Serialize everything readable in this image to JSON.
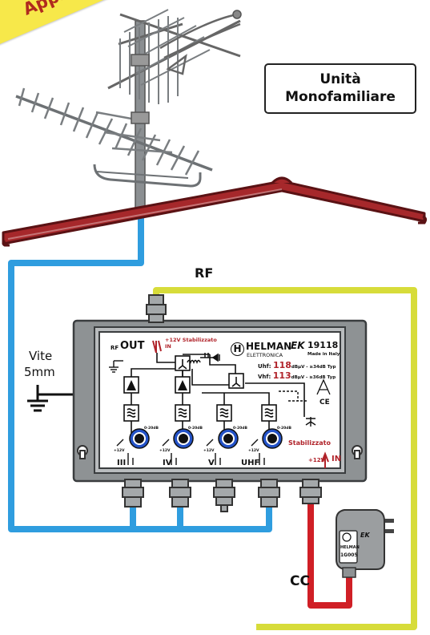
{
  "banner": {
    "text": "Applicazi"
  },
  "installation": {
    "line1": "Unità",
    "line2": "Monofamiliare"
  },
  "labels": {
    "rf": "RF",
    "cc": "CC",
    "screw_line1": "Vite",
    "screw_line2": "5mm"
  },
  "device": {
    "brand": "HELMAN",
    "brand_sub": "ELETTRONICA",
    "brand_ek": "EK",
    "model": "19118",
    "made_in": "Made in Italy",
    "rf_out": "OUT",
    "rf_prefix": "RF",
    "input_note_line1": "+12V Stabilizzato",
    "input_note_line2": "IN",
    "spec_uhf_prefix": "Uhf:",
    "spec_uhf_value": "118",
    "spec_uhf_suffix": "dBμV - ≥34dB Typ",
    "spec_vhf_prefix": "Vhf:",
    "spec_vhf_value": "113",
    "spec_vhf_suffix": "dBμV - ≥36dB Typ",
    "stabilized": "Stabilizzato",
    "power_in_voltage": "+12V",
    "power_in": "IN",
    "ce_mark": "CE",
    "gain_label": "0-20dB",
    "supply_label": "+12V",
    "channels": [
      "III",
      "IV",
      "V",
      "UHF"
    ]
  },
  "adapter": {
    "brand": "HELMAN",
    "model": "1G005",
    "brand_ek": "EK"
  },
  "colors": {
    "yellow_cable": "#d7dc3a",
    "blue_cable": "#2f9ddf",
    "red_cable": "#d01f26",
    "roof": "#a6282b",
    "device_body": "#8e9294",
    "accent_red": "#b0232a",
    "knob_blue": "#2352c8"
  },
  "icons": [
    "antenna-icon",
    "ground-icon",
    "amplifier-icon",
    "filter-icon",
    "splitter-icon",
    "knob-icon",
    "plug-icon",
    "mounting-hole-icon"
  ]
}
